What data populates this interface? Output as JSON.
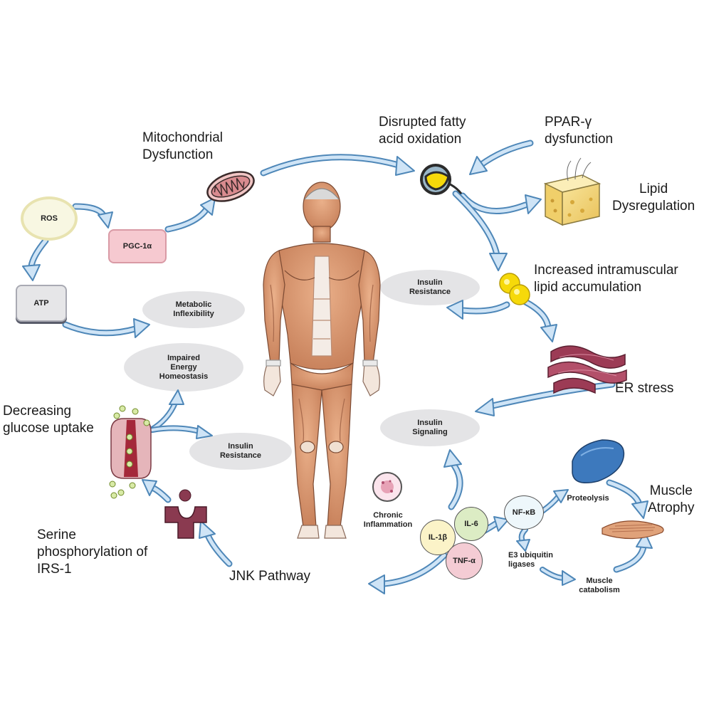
{
  "colors": {
    "arrow_fill": "#cfe4f6",
    "arrow_stroke": "#4e87b8",
    "ellipse_fill": "#e4e4e6",
    "ros_fill": "#f8f7e2",
    "pgc_fill": "#f6c9d0",
    "atp_fill": "#e6e6e8",
    "muscle": "#e0a27a",
    "lipid_yellow": "#f6d90a",
    "er": "#9c3b55",
    "proteasome_blue": "#3d79bd"
  },
  "labels": {
    "mito": "Mitochondrial\nDysfunction",
    "fatty": "Disrupted fatty\nacid oxidation",
    "ppar": "PPAR-γ\ndysfunction",
    "lipid_dys": "Lipid\nDysregulation",
    "intramuscular": "Increased intramuscular\nlipid accumulation",
    "er_stress": "ER stress",
    "glucose": "Decreasing\nglucose uptake",
    "serine": "Serine\nphosphorylation of\nIRS-1",
    "jnk": "JNK Pathway",
    "muscle_atrophy": "Muscle\nAtrophy"
  },
  "nodes": {
    "ros": "ROS",
    "pgc": "PGC-1α",
    "atp": "ATP",
    "il1b": "IL-1β",
    "il6": "IL-6",
    "tnfa": "TNF-α",
    "nfkb": "NF-κB"
  },
  "ellipses": {
    "metabolic": "Metabolic\nInflexibility",
    "energy": "Impaired\nEnergy\nHomeostasis",
    "insulin_res_left": "Insulin\nResistance",
    "insulin_res_right": "Insulin\nResistance",
    "insulin_sig": "Insulin\nSignaling"
  },
  "small_labels": {
    "chronic": "Chronic\nInflammation",
    "proteolysis": "Proteolysis",
    "e3": "E3 ubiquitin\nligases",
    "catabolism": "Muscle\ncatabolism"
  },
  "icons": [
    "mitochondrion-icon",
    "fatty-acid-oxidation-icon",
    "adipose-tissue-icon",
    "lipid-droplets-icon",
    "er-icon",
    "glucose-transporter-icon",
    "receptor-icon",
    "proteasome-icon",
    "muscle-fiber-icon",
    "inflammation-cell-icon",
    "human-musculature-figure"
  ]
}
